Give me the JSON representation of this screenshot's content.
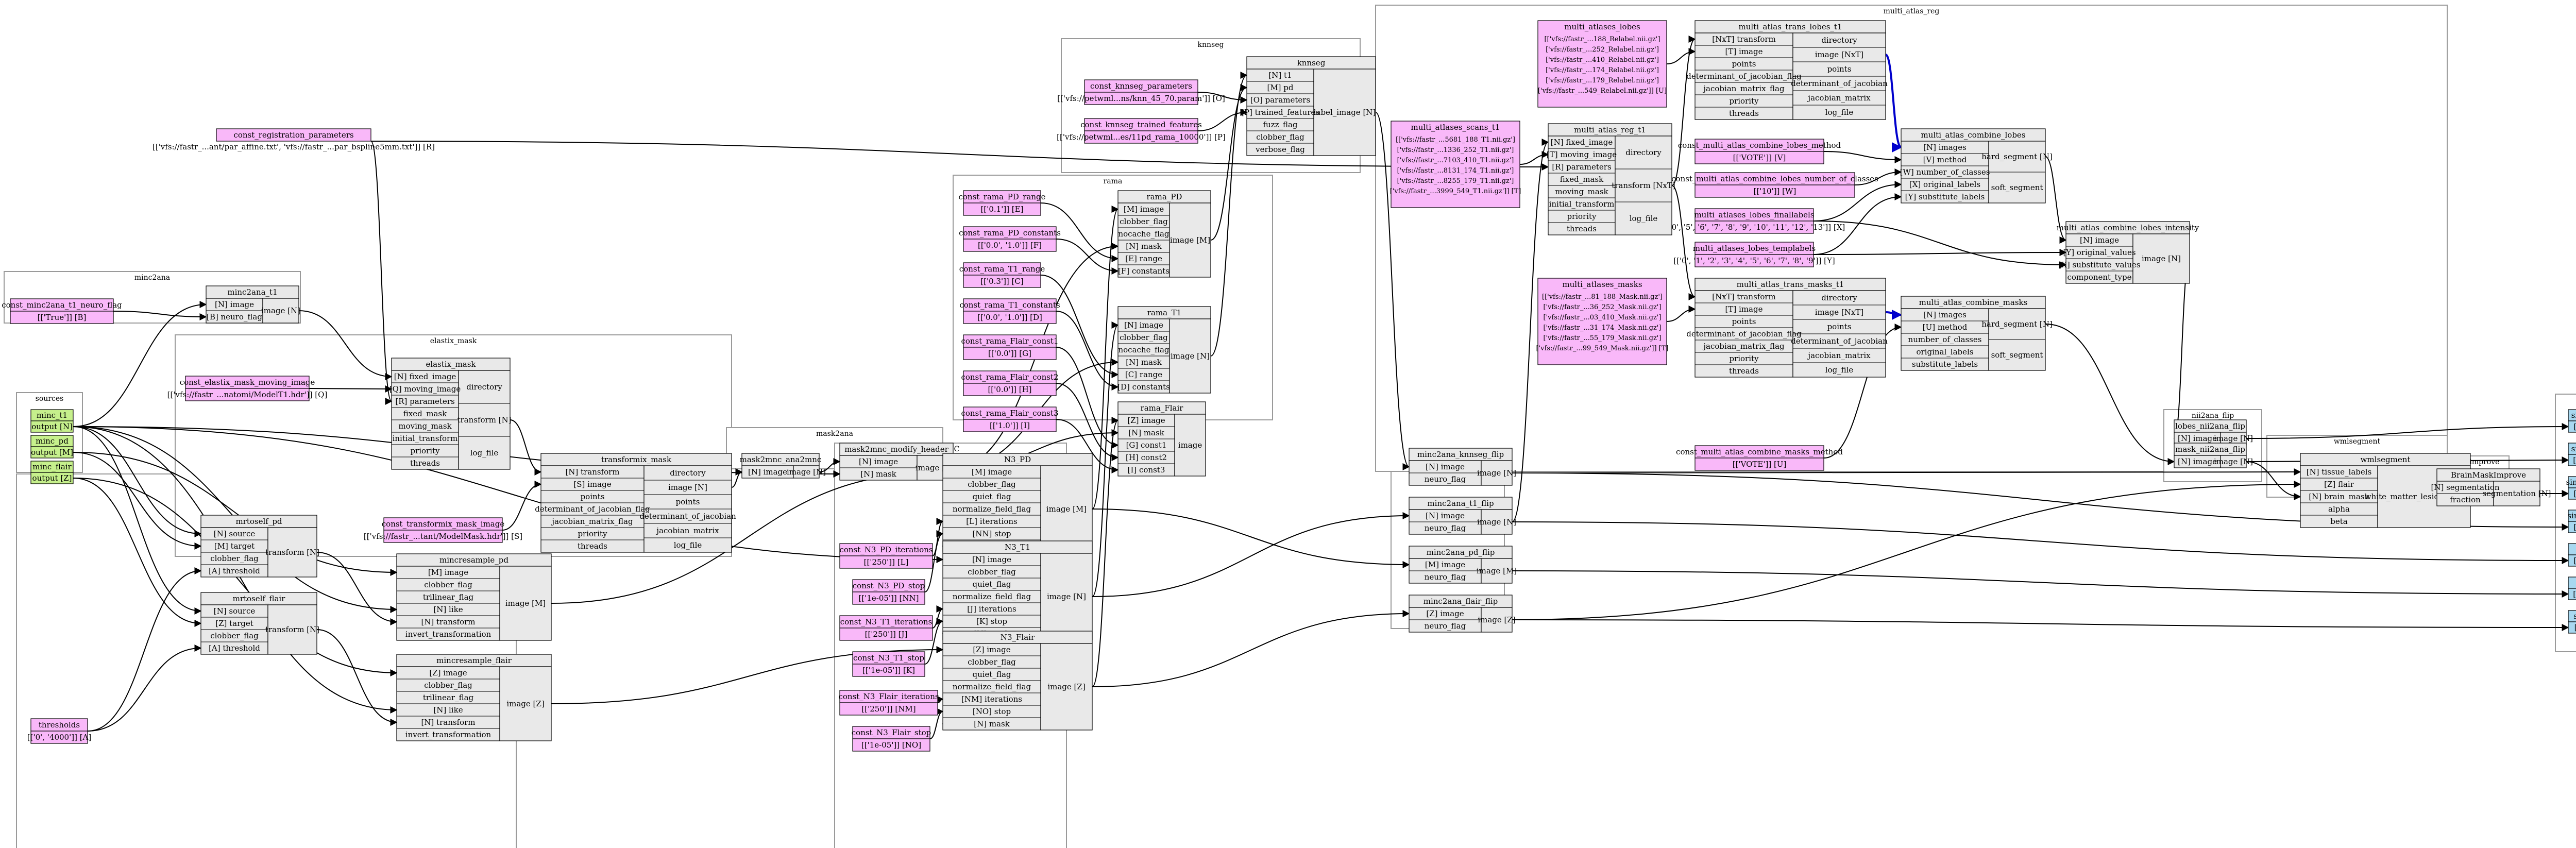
{
  "colors": {
    "source": "#c6f08c",
    "const": "#f9b8f9",
    "sink": "#a8d8f0",
    "process": "#e9e9e9",
    "edge": "#000000",
    "blue": "#0000cc"
  },
  "clusters": [
    {
      "id": "sources",
      "title": "sources"
    },
    {
      "id": "coreg",
      "title": "coreg"
    },
    {
      "id": "minc2ana",
      "title": "minc2ana"
    },
    {
      "id": "elastix_mask",
      "title": "elastix_mask"
    },
    {
      "id": "mask2ana",
      "title": "mask2ana"
    },
    {
      "id": "knnseg",
      "title": "knnseg"
    },
    {
      "id": "rama",
      "title": "rama"
    },
    {
      "id": "nuc",
      "title": "NUC"
    },
    {
      "id": "minc2ana_flip",
      "title": "minc2ana_flip"
    },
    {
      "id": "multi_atlas_reg",
      "title": "multi_atlas_reg"
    },
    {
      "id": "nii2ana_flip",
      "title": "nii2ana_flip"
    },
    {
      "id": "wmlsegment",
      "title": "wmlsegment"
    },
    {
      "id": "brainmaskimprove",
      "title": "brainmaskimprove"
    },
    {
      "id": "sinks",
      "title": "sinks"
    }
  ],
  "sources": [
    {
      "name": "minc_t1",
      "port": "output [N]"
    },
    {
      "name": "minc_pd",
      "port": "output [M]"
    },
    {
      "name": "minc_flair",
      "port": "output [Z]"
    }
  ],
  "sinks": [
    {
      "name": "sink_lobes",
      "port": "[N] input"
    },
    {
      "name": "sink_mask",
      "port": "[M] input"
    },
    {
      "name": "sink_knnwml",
      "port": "[N] input"
    },
    {
      "name": "sink_knnseg",
      "port": "[N] input"
    },
    {
      "name": "sink_t1",
      "port": "[N] input"
    },
    {
      "name": "sink_pd",
      "port": "[M] input"
    },
    {
      "name": "sink_flair",
      "port": "[Z] input"
    }
  ],
  "constants": [
    {
      "id": "c_reg_params",
      "name": "const_registration_parameters",
      "value": "[['vfs://fastr_...ant/par_affine.txt', 'vfs://fastr_...par_bspline5mm.txt']] [R]"
    },
    {
      "id": "c_minc2ana_neuro",
      "name": "const_minc2ana_t1_neuro_flag",
      "value": "[['True']] [B]"
    },
    {
      "id": "c_elastix_moving",
      "name": "const_elastix_mask_moving_image",
      "value": "[['vfs://fastr_...natomi/ModelT1.hdr']] [Q]"
    },
    {
      "id": "c_transformix_image",
      "name": "const_transformix_mask_image",
      "value": "[['vfs://fastr_...tant/ModelMask.hdr']] [S]"
    },
    {
      "id": "c_thresholds",
      "name": "thresholds",
      "value": "[['0', '4000']] [A]"
    },
    {
      "id": "c_knnseg_params",
      "name": "const_knnseg_parameters",
      "value": "[['vfs://petwml...ns/knn_45_70.param']] [O]"
    },
    {
      "id": "c_knnseg_features",
      "name": "const_knnseg_trained_features",
      "value": "[['vfs://petwml...es/11pd_rama_10000']] [P]"
    },
    {
      "id": "c_rama_pd_range",
      "name": "const_rama_PD_range",
      "value": "[['0.1']] [E]"
    },
    {
      "id": "c_rama_pd_constants",
      "name": "const_rama_PD_constants",
      "value": "[['0.0', '1.0']] [F]"
    },
    {
      "id": "c_rama_t1_range",
      "name": "const_rama_T1_range",
      "value": "[['0.3']] [C]"
    },
    {
      "id": "c_rama_t1_constants",
      "name": "const_rama_T1_constants",
      "value": "[['0.0', '1.0']] [D]"
    },
    {
      "id": "c_rama_flair_const1",
      "name": "const_rama_Flair_const1",
      "value": "[['0.0']] [G]"
    },
    {
      "id": "c_rama_flair_const2",
      "name": "const_rama_Flair_const2",
      "value": "[['0.0']] [H]"
    },
    {
      "id": "c_rama_flair_const3",
      "name": "const_rama_Flair_const3",
      "value": "[['1.0']] [I]"
    },
    {
      "id": "c_n3pd_iter",
      "name": "const_N3_PD_iterations",
      "value": "[['250']] [L]"
    },
    {
      "id": "c_n3pd_stop",
      "name": "const_N3_PD_stop",
      "value": "[['1e-05']] [NN]"
    },
    {
      "id": "c_n3t1_iter",
      "name": "const_N3_T1_iterations",
      "value": "[['250']] [J]"
    },
    {
      "id": "c_n3t1_stop",
      "name": "const_N3_T1_stop",
      "value": "[['1e-05']] [K]"
    },
    {
      "id": "c_n3flair_iter",
      "name": "const_N3_Flair_iterations",
      "value": "[['250']] [NM]"
    },
    {
      "id": "c_n3flair_stop",
      "name": "const_N3_Flair_stop",
      "value": "[['1e-05']] [NO]"
    },
    {
      "id": "c_ma_scans",
      "name": "multi_atlases_scans_t1",
      "value": "[['vfs://fastr_...5681_188_T1.nii.gz'], ['vfs://fastr_...1336_252_T1.nii.gz'], ['vfs://fastr_...7103_410_T1.nii.gz'], ['vfs://fastr_...8131_174_T1.nii.gz'], ['vfs://fastr_...8255_179_T1.nii.gz'], ['vfs://fastr_...3999_549_T1.nii.gz']] [T]"
    },
    {
      "id": "c_ma_lobes",
      "name": "multi_atlases_lobes",
      "value": "[['vfs://fastr_...188_Relabel.nii.gz'], ['vfs://fastr_...252_Relabel.nii.gz'], ['vfs://fastr_...410_Relabel.nii.gz'], ['vfs://fastr_...174_Relabel.nii.gz'], ['vfs://fastr_...179_Relabel.nii.gz'], ['vfs://fastr_...549_Relabel.nii.gz']] [U]"
    },
    {
      "id": "c_ma_masks",
      "name": "multi_atlases_masks",
      "value": "[['vfs://fastr_...81_188_Mask.nii.gz'], ['vfs://fastr_...36_252_Mask.nii.gz'], ['vfs://fastr_...03_410_Mask.nii.gz'], ['vfs://fastr_...31_174_Mask.nii.gz'], ['vfs://fastr_...55_179_Mask.nii.gz'], ['vfs://fastr_...99_549_Mask.nii.gz']] [T]"
    },
    {
      "id": "c_lobes_method",
      "name": "const_multi_atlas_combine_lobes_method",
      "value": "[['VOTE']] [V]"
    },
    {
      "id": "c_lobes_nclasses",
      "name": "const_multi_atlas_combine_lobes_number_of_classes",
      "value": "[['10']] [W]"
    },
    {
      "id": "c_lobes_final",
      "name": "multi_atlases_lobes_finallabels",
      "value": "[['0', '5', '6', '7', '8', '9', '10', '11', '12', '13']] [X]"
    },
    {
      "id": "c_lobes_templ",
      "name": "multi_atlases_lobes_templabels",
      "value": "[['0', '1', '2', '3', '4', '5', '6', '7', '8', '9']] [Y]"
    },
    {
      "id": "c_masks_method",
      "name": "const_multi_atlas_combine_masks_method",
      "value": "[['VOTE']] [U]"
    }
  ],
  "processes": [
    {
      "id": "minc2ana_t1",
      "name": "minc2ana_t1",
      "inputs": [
        "[N] image",
        "[B] neuro_flag"
      ],
      "outputs": [
        "image [N]"
      ]
    },
    {
      "id": "elastix_mask",
      "name": "elastix_mask",
      "inputs": [
        "[N] fixed_image",
        "[Q] moving_image",
        "[R] parameters",
        "fixed_mask",
        "moving_mask",
        "initial_transform",
        "priority",
        "threads"
      ],
      "outputs": [
        "directory",
        "transform [N]",
        "log_file"
      ]
    },
    {
      "id": "transformix_mask",
      "name": "transformix_mask",
      "inputs": [
        "[N] transform",
        "[S] image",
        "points",
        "determinant_of_jacobian_flag",
        "jacobian_matrix_flag",
        "priority",
        "threads"
      ],
      "outputs": [
        "directory",
        "image [N]",
        "points",
        "determinant_of_jacobian",
        "jacobian_matrix",
        "log_file"
      ]
    },
    {
      "id": "mask2mnc_ana2mnc",
      "name": "mask2mnc_ana2mnc",
      "inputs": [
        "[N] image"
      ],
      "outputs": [
        "image [N]"
      ]
    },
    {
      "id": "mask2mnc_modify_header",
      "name": "mask2mnc_modify_header",
      "inputs": [
        "[N] image",
        "[N] mask"
      ],
      "outputs": [
        "image [N]"
      ]
    },
    {
      "id": "mrtoself_pd",
      "name": "mrtoself_pd",
      "inputs": [
        "[N] source",
        "[M] target",
        "clobber_flag",
        "[A] threshold"
      ],
      "outputs": [
        "transform [N]"
      ]
    },
    {
      "id": "mrtoself_flair",
      "name": "mrtoself_flair",
      "inputs": [
        "[N] source",
        "[Z] target",
        "clobber_flag",
        "[A] threshold"
      ],
      "outputs": [
        "transform [N]"
      ]
    },
    {
      "id": "mincresample_pd",
      "name": "mincresample_pd",
      "inputs": [
        "[M] image",
        "clobber_flag",
        "trilinear_flag",
        "[N] like",
        "[N] transform",
        "invert_transformation"
      ],
      "outputs": [
        "image [M]"
      ]
    },
    {
      "id": "mincresample_flair",
      "name": "mincresample_flair",
      "inputs": [
        "[Z] image",
        "clobber_flag",
        "trilinear_flag",
        "[N] like",
        "[N] transform",
        "invert_transformation"
      ],
      "outputs": [
        "image [Z]"
      ]
    },
    {
      "id": "knnseg",
      "name": "knnseg",
      "inputs": [
        "[N] t1",
        "[M] pd",
        "[O] parameters",
        "[P] trained_features",
        "fuzz_flag",
        "clobber_flag",
        "verbose_flag"
      ],
      "outputs": [
        "label_image [N]"
      ]
    },
    {
      "id": "rama_pd",
      "name": "rama_PD",
      "inputs": [
        "[M] image",
        "clobber_flag",
        "nocache_flag",
        "[N] mask",
        "[E] range",
        "[F] constants"
      ],
      "outputs": [
        "image [M]"
      ]
    },
    {
      "id": "rama_t1",
      "name": "rama_T1",
      "inputs": [
        "[N] image",
        "clobber_flag",
        "nocache_flag",
        "[N] mask",
        "[C] range",
        "[D] constants"
      ],
      "outputs": [
        "image [N]"
      ]
    },
    {
      "id": "rama_flair",
      "name": "rama_Flair",
      "inputs": [
        "[Z] image",
        "[N] mask",
        "[G] const1",
        "[H] const2",
        "[I] const3"
      ],
      "outputs": [
        "image"
      ]
    },
    {
      "id": "n3_pd",
      "name": "N3_PD",
      "inputs": [
        "[M] image",
        "clobber_flag",
        "quiet_flag",
        "normalize_field_flag",
        "[L] iterations",
        "[NN] stop",
        "[N] mask"
      ],
      "outputs": [
        "image [M]"
      ]
    },
    {
      "id": "n3_t1",
      "name": "N3_T1",
      "inputs": [
        "[N] image",
        "clobber_flag",
        "quiet_flag",
        "normalize_field_flag",
        "[J] iterations",
        "[K] stop",
        "[N] mask"
      ],
      "outputs": [
        "image [N]"
      ]
    },
    {
      "id": "n3_flair",
      "name": "N3_Flair",
      "inputs": [
        "[Z] image",
        "clobber_flag",
        "quiet_flag",
        "normalize_field_flag",
        "[NM] iterations",
        "[NO] stop",
        "[N] mask"
      ],
      "outputs": [
        "image [Z]"
      ]
    },
    {
      "id": "minc2ana_knnseg_flip",
      "name": "minc2ana_knnseg_flip",
      "inputs": [
        "[N] image",
        "neuro_flag"
      ],
      "outputs": [
        "image [N]"
      ]
    },
    {
      "id": "minc2ana_t1_flip",
      "name": "minc2ana_t1_flip",
      "inputs": [
        "[N] image",
        "neuro_flag"
      ],
      "outputs": [
        "image [N]"
      ]
    },
    {
      "id": "minc2ana_pd_flip",
      "name": "minc2ana_pd_flip",
      "inputs": [
        "[M] image",
        "neuro_flag"
      ],
      "outputs": [
        "image [M]"
      ]
    },
    {
      "id": "minc2ana_flair_flip",
      "name": "minc2ana_flair_flip",
      "inputs": [
        "[Z] image",
        "neuro_flag"
      ],
      "outputs": [
        "image [Z]"
      ]
    },
    {
      "id": "multi_atlas_reg_t1",
      "name": "multi_atlas_reg_t1",
      "inputs": [
        "[N] fixed_image",
        "[T] moving_image",
        "[R] parameters",
        "fixed_mask",
        "moving_mask",
        "initial_transform",
        "priority",
        "threads"
      ],
      "outputs": [
        "directory",
        "transform [NxT]",
        "log_file"
      ]
    },
    {
      "id": "multi_atlas_trans_lobes_t1",
      "name": "multi_atlas_trans_lobes_t1",
      "inputs": [
        "[NxT] transform",
        "[T] image",
        "points",
        "determinant_of_jacobian_flag",
        "jacobian_matrix_flag",
        "priority",
        "threads"
      ],
      "outputs": [
        "directory",
        "image [NxT]",
        "points",
        "determinant_of_jacobian",
        "jacobian_matrix",
        "log_file"
      ]
    },
    {
      "id": "multi_atlas_trans_masks_t1",
      "name": "multi_atlas_trans_masks_t1",
      "inputs": [
        "[NxT] transform",
        "[T] image",
        "points",
        "determinant_of_jacobian_flag",
        "jacobian_matrix_flag",
        "priority",
        "threads"
      ],
      "outputs": [
        "directory",
        "image [NxT]",
        "points",
        "determinant_of_jacobian",
        "jacobian_matrix",
        "log_file"
      ]
    },
    {
      "id": "multi_atlas_combine_lobes",
      "name": "multi_atlas_combine_lobes",
      "inputs": [
        "[N] images",
        "[V] method",
        "[W] number_of_classes",
        "[X] original_labels",
        "[Y] substitute_labels"
      ],
      "outputs": [
        "hard_segment [N]",
        "soft_segment"
      ]
    },
    {
      "id": "multi_atlas_combine_masks",
      "name": "multi_atlas_combine_masks",
      "inputs": [
        "[N] images",
        "[U] method",
        "number_of_classes",
        "original_labels",
        "substitute_labels"
      ],
      "outputs": [
        "hard_segment [N]",
        "soft_segment"
      ]
    },
    {
      "id": "multi_atlas_combine_lobes_intensity",
      "name": "multi_atlas_combine_lobes_intensity",
      "inputs": [
        "[N] image",
        "[Y] original_values",
        "[X] substitute_values",
        "component_type"
      ],
      "outputs": [
        "image [N]"
      ]
    },
    {
      "id": "lobes_nii2ana_flip",
      "name": "lobes_nii2ana_flip",
      "inputs": [
        "[N] image"
      ],
      "outputs": [
        "image [N]"
      ]
    },
    {
      "id": "mask_nii2ana_flip",
      "name": "mask_nii2ana_flip",
      "inputs": [
        "[N] image"
      ],
      "outputs": [
        "image [N]"
      ]
    },
    {
      "id": "wmlsegment",
      "name": "wmlsegment",
      "inputs": [
        "[N] tissue_labels",
        "[Z] flair",
        "[N] brain_mask",
        "alpha",
        "beta"
      ],
      "outputs": [
        "white_matter_lesion_mask [N]"
      ]
    },
    {
      "id": "brainmaskimprove",
      "name": "BrainMaskImprove",
      "inputs": [
        "[N] segmentation",
        "fraction"
      ],
      "outputs": [
        "segmentation [N]"
      ]
    }
  ]
}
